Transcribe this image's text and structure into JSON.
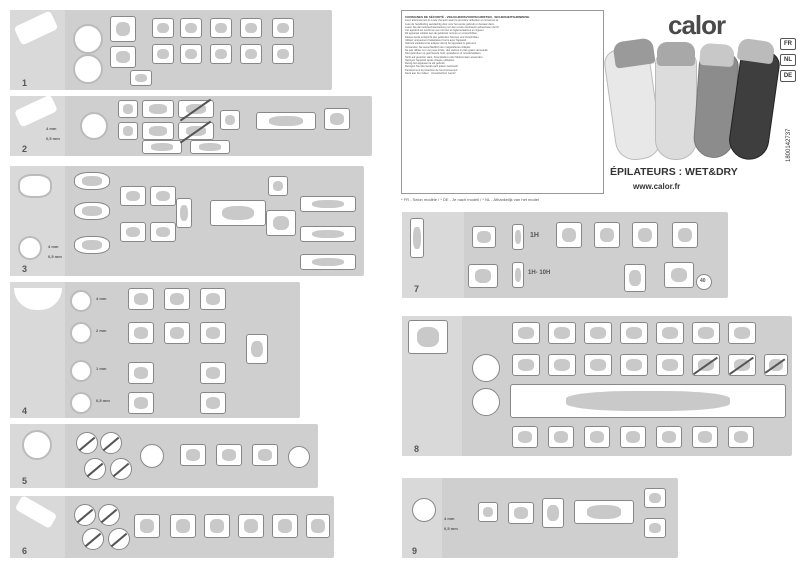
{
  "brand": {
    "logo": "calor"
  },
  "languages": [
    "FR",
    "NL",
    "DE"
  ],
  "product": {
    "title": "ÉPILATEURS : WET&DRY",
    "url": "www.calor.fr",
    "code": "1800142737"
  },
  "footnote": "* FR - Selon modèle / * DE - Je nach modell / * NL - Afhankelijk van het model",
  "text_block": {
    "lines": [
      "CONSIGNES DE SÉCURITÉ · VEILIGHEIDSVOORSCHRIFTEN · SICHERHEITSHINWEISE",
      "Lisez attentivement le mode d'emploi avant la première utilisation et conservez-le.",
      "Lees de handleiding aandachtig door voor het eerste gebruik en bewaar deze.",
      "Lesen Sie die Gebrauchsanweisung vor dem ersten Gebrauch aufmerksam durch.",
      "Cet appareil est conforme aux normes et réglementations en vigueur.",
      "Dit apparaat voldoet aan de geldende normen en voorschriften.",
      "Dieses Gerät entspricht den geltenden Normen und Vorschriften.",
      "Utilisez uniquement l'adaptateur fourni avec l'appareil.",
      "Gebruik uitsluitend de adapter die bij het apparaat is geleverd.",
      "Verwenden Sie ausschließlich den mitgelieferten Adapter.",
      "Ne pas utiliser sur une peau irritée, des varices ou des grains de beauté.",
      "Niet gebruiken op geïrriteerde huid, spataderen of moedervlekken.",
      "Nicht auf gereizter Haut, Krampfadern oder Muttermalen anwenden.",
      "Nettoyez l'appareil après chaque utilisation.",
      "Reinig het apparaat na elk gebruik.",
      "Reinigen Sie das Gerät nach jedem Gebrauch.",
      "Participons à la protection de l'environnement.",
      "Denk aan het milieu! · Umweltschutz zuerst!"
    ]
  },
  "steps": [
    {
      "number": "1"
    },
    {
      "number": "2"
    },
    {
      "number": "3"
    },
    {
      "number": "4"
    },
    {
      "number": "5"
    },
    {
      "number": "6"
    },
    {
      "number": "7"
    },
    {
      "number": "8"
    },
    {
      "number": "9"
    }
  ],
  "labels": {
    "s2_len1": "4 mm",
    "s2_len2": "0,5 mm",
    "s3_len1": "4 mm",
    "s3_len2": "0,5 mm",
    "s4_len1": "4 mm",
    "s4_len2": "2 mm",
    "s4_len3": "1 mm",
    "s4_len4": "0,5 mm",
    "s9_len1": "4 mm",
    "s9_len2": "0,5 mm",
    "charge_1": "1H",
    "charge_2": "1H- 10H",
    "minutes": "40"
  },
  "colors": {
    "panel": "#cfcfcf",
    "panel_dark": "#d9d9d9",
    "text": "#333333"
  }
}
